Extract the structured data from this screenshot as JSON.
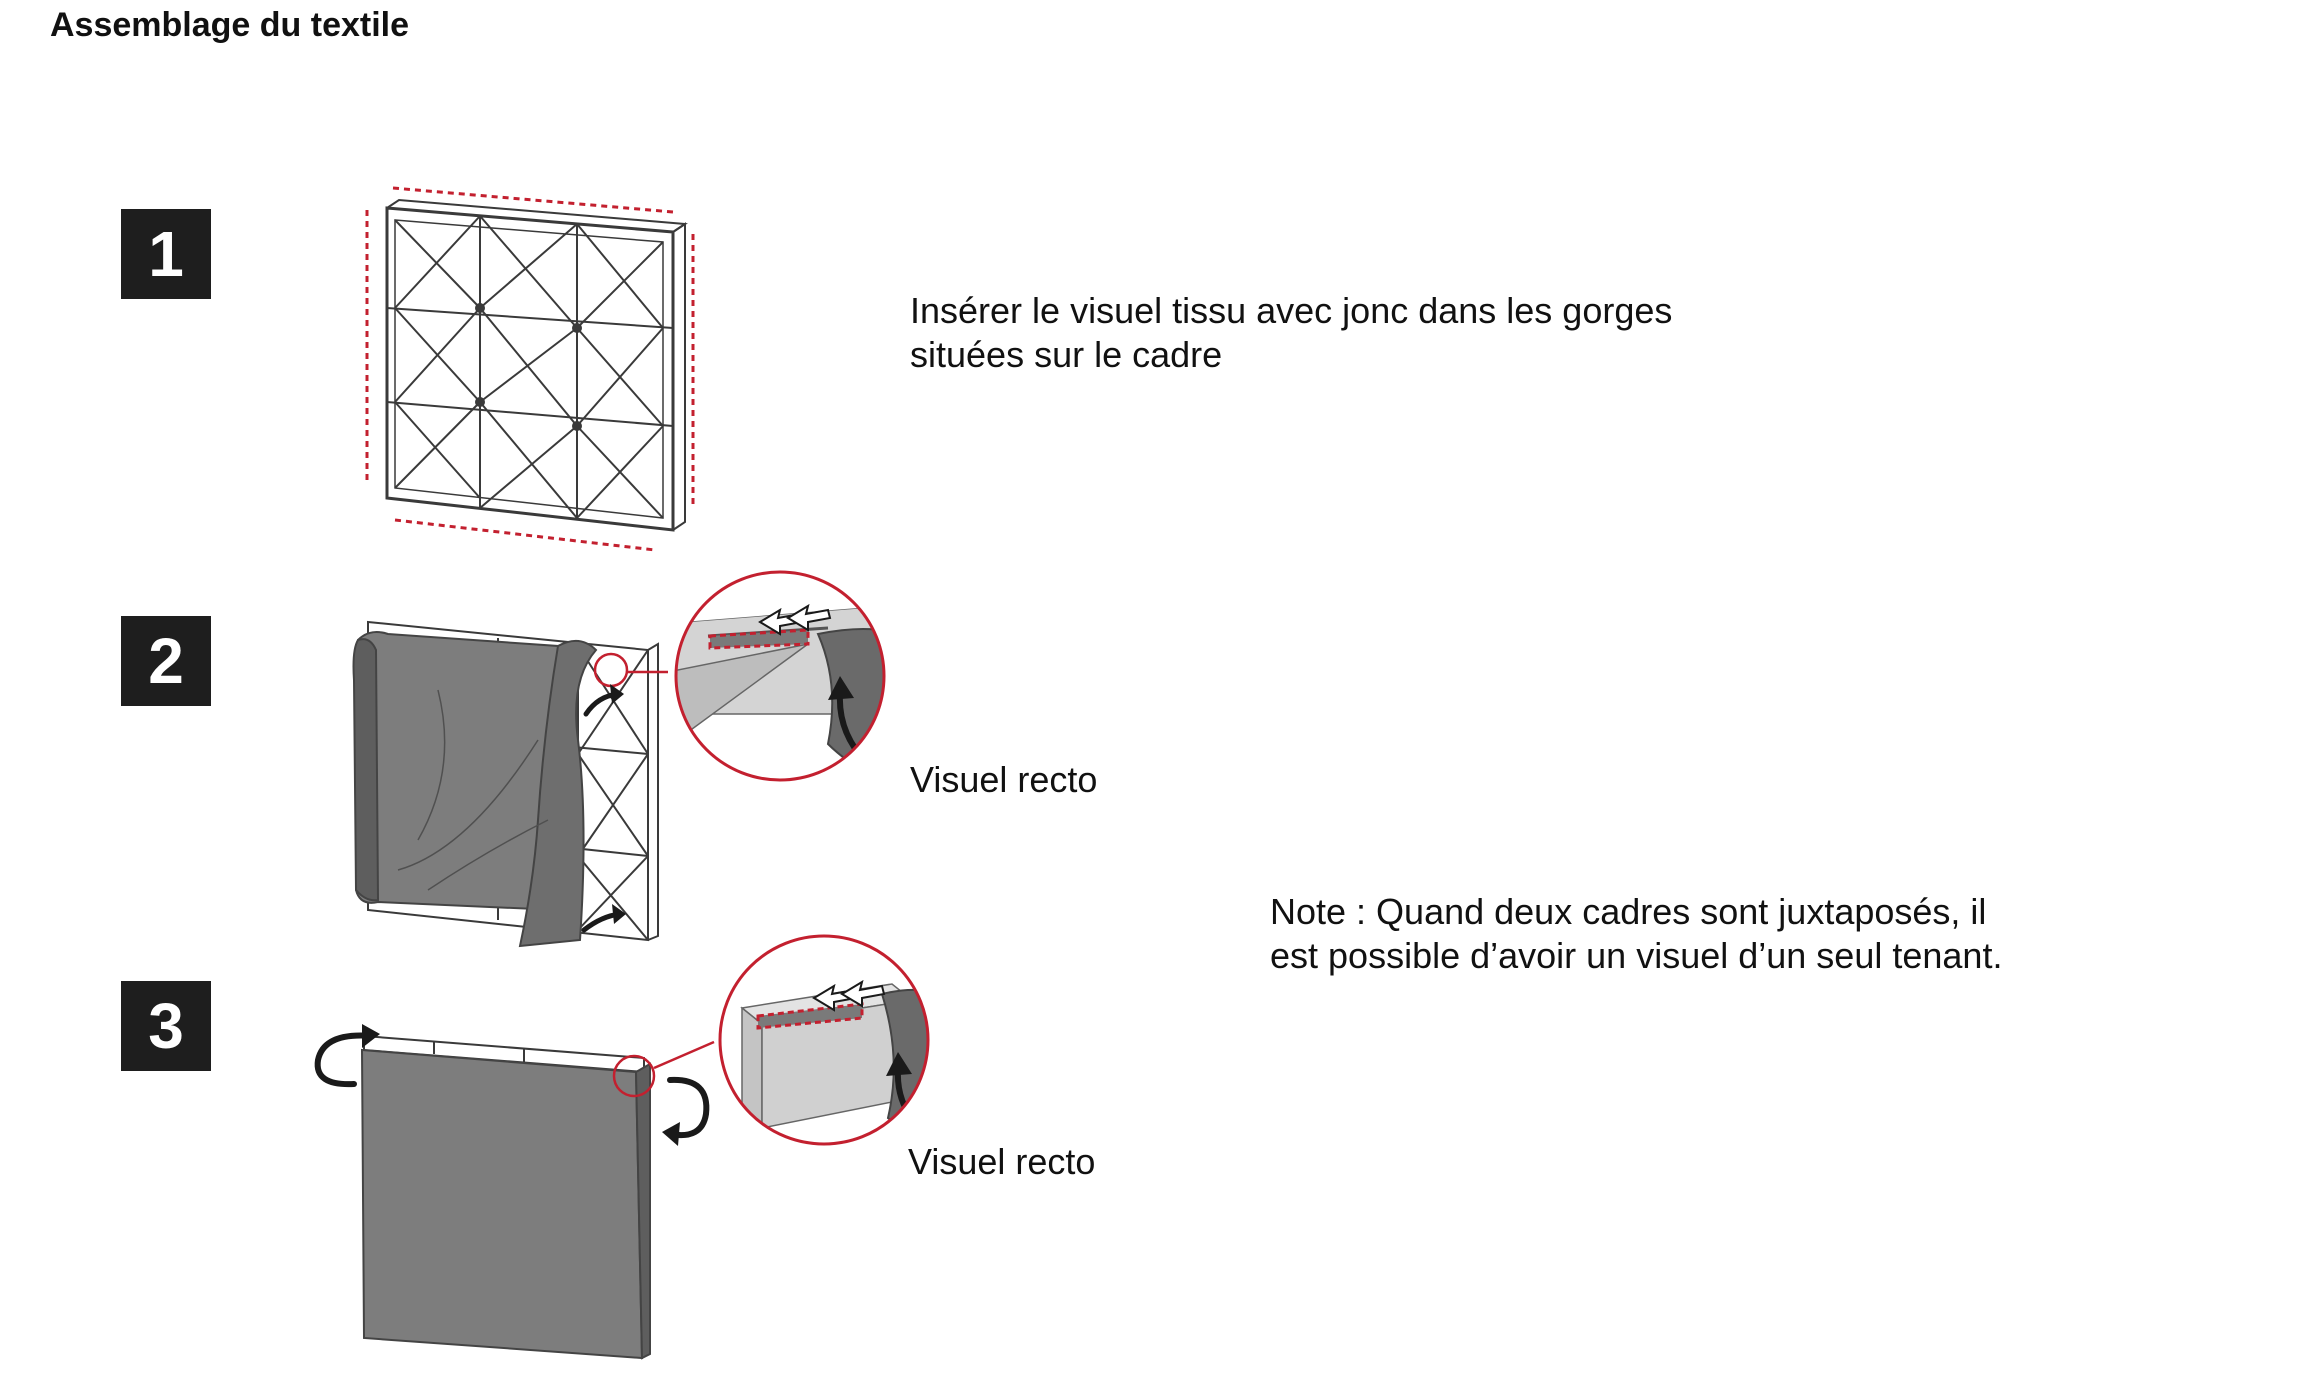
{
  "page": {
    "title": "Assemblage du textile"
  },
  "steps": [
    {
      "number": "1"
    },
    {
      "number": "2"
    },
    {
      "number": "3"
    }
  ],
  "instructions": {
    "step1_line1": "Insérer le visuel tissu avec jonc dans les gorges",
    "step1_line2": "situées sur le cadre",
    "callout_label_2": "Visuel recto",
    "callout_label_3": "Visuel recto",
    "note_line1": "Note : Quand deux cadres sont juxtaposés, il",
    "note_line2": "est possible d’avoir un visuel d’un seul tenant."
  },
  "colors": {
    "accent": "#c3202f",
    "badge": "#1e1e1e",
    "fabric": "#7d7d7d",
    "fabric_dark": "#5e5e5e",
    "frame_line": "#3a3a3a"
  },
  "icons": {
    "step1": "frame-outline-illustration",
    "step2": "fabric-partial-install-illustration",
    "step3": "fabric-full-install-illustration",
    "callout": "magnified-channel-detail"
  }
}
